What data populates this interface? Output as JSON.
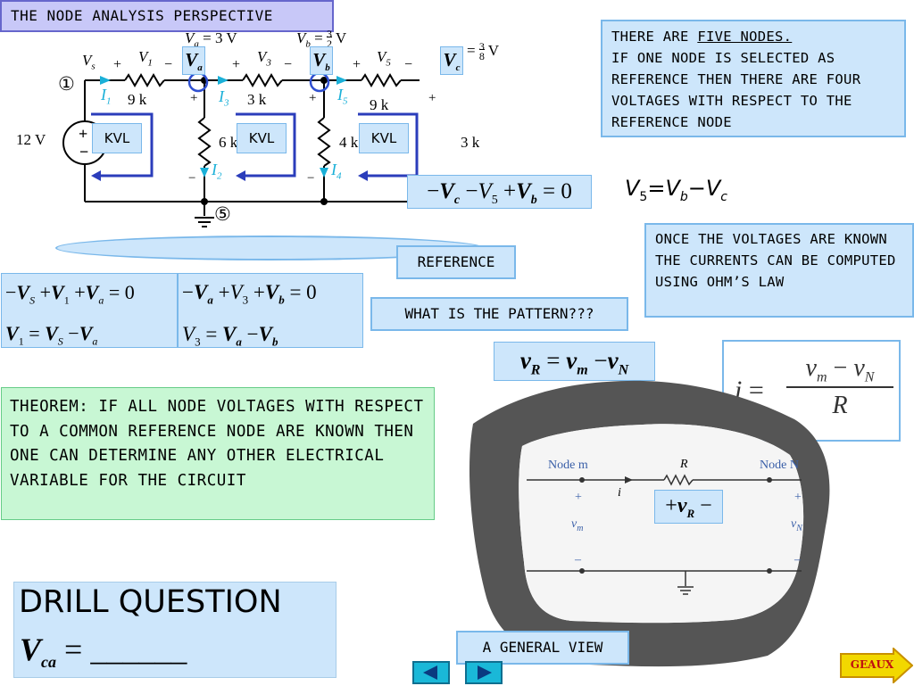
{
  "title": "THE NODE ANALYSIS PERSPECTIVE",
  "circuit": {
    "node_1": "①",
    "node_5": "⑤",
    "source": "12 V",
    "vs": "V",
    "vs_sub": "s",
    "v1": "V",
    "v1_sub": "1",
    "v3": "V",
    "v3_sub": "3",
    "v5": "V",
    "v5_sub": "5",
    "r1": "9 k",
    "r3": "3 k",
    "r5": "9 k",
    "r2": "6 k",
    "r4": "4 k",
    "r_right": "3 k",
    "va_top": "V_a = 3 V",
    "vb_top": "V_b = 3/2 V",
    "vc_right": "V_c = 3/8 V",
    "node_va": "V",
    "node_va_sub": "a",
    "node_vb": "V",
    "node_vb_sub": "b",
    "node_vc": "V",
    "node_vc_sub": "c",
    "i1": "I",
    "i1_sub": "1",
    "i2": "I",
    "i2_sub": "2",
    "i3": "I",
    "i3_sub": "3",
    "i4": "I",
    "i4_sub": "4",
    "i5": "I",
    "i5_sub": "5",
    "kvl": "KVL"
  },
  "five_nodes": {
    "pre": "THERE ARE ",
    "underlined": "FIVE NODES.",
    "rest": "IF ONE NODE IS SELECTED AS REFERENCE THEN THERE ARE FOUR VOLTAGES WITH RESPECT TO THE REFERENCE NODE"
  },
  "eq_kvl3": "−V_c − V_5 + V_b = 0",
  "eq_v5": "V5 = Vb − Vc",
  "ohms_note": "ONCE THE VOLTAGES ARE KNOWN THE CURRENTS CAN BE COMPUTED USING OHM’S LAW",
  "reference_label": "REFERENCE",
  "eq_kvl1_line1": "−V_s + V_1 + V_a = 0",
  "eq_kvl1_line2": "V_1 = V_s − V_a",
  "eq_kvl2_line1": "−V_a + V_3 + V_b = 0",
  "eq_kvl2_line2": "V_3 = V_a − V_b",
  "pattern_label": "WHAT IS THE PATTERN???",
  "eq_vr": "v_R = v_m − v_N",
  "eq_i": "i = (v_m − v_N) / R",
  "theorem": "THEOREM: IF ALL NODE VOLTAGES WITH RESPECT TO A COMMON REFERENCE NODE ARE KNOWN THEN ONE CAN DETERMINE ANY OTHER ELECTRICAL VARIABLE FOR THE CIRCUIT",
  "general": {
    "node_m": "Node m",
    "node_n": "Node N",
    "r": "R",
    "i": "i",
    "plus": "+",
    "minus": "–",
    "vm": "v_m",
    "vn": "v_N",
    "vr_label": "+v_R −"
  },
  "drill_title": "DRILL QUESTION",
  "drill_eq": "V_ca = ______",
  "general_view_label": "A GENERAL VIEW",
  "geaux_label": "GEAUX",
  "colors": {
    "cyan_fill": "#cde6fb",
    "cyan_border": "#7ab8ea",
    "green_fill": "#c8f7d4",
    "title_fill": "#c8c8f8",
    "current_arrow": "#1ab0d8",
    "kvl_loop": "#2b3dbb",
    "node_ring": "#2f4fd0",
    "blob": "#555555",
    "geaux_fill": "#f2d800"
  }
}
